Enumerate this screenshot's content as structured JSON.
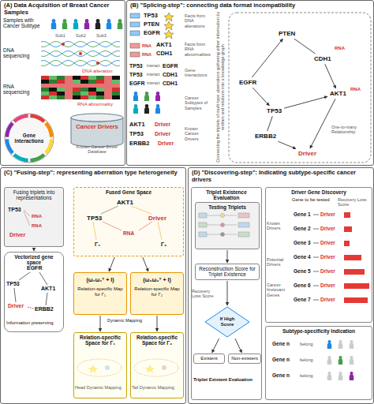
{
  "diagram": {
    "nodes": [
      {
        "text": [
          "(A) Data Acquisition of Breast Cancer Samples"
        ]
      },
      {
        "text": [
          "Gene Interactions"
        ],
        "in": 0
      },
      {
        "text": [
          "Cancer Drivers",
          "Known Cancer Driver Database"
        ],
        "in": 0
      },
      {
        "text": [
          "(B) \"Splicing-step\": connecting data format incompatibility"
        ]
      },
      {
        "text": [
          "PTEN"
        ],
        "in": 3
      },
      {
        "text": [
          "CDH1"
        ],
        "in": 3
      },
      {
        "text": [
          "EGFR"
        ],
        "in": 3
      },
      {
        "text": [
          "AKT1"
        ],
        "in": 3
      },
      {
        "text": [
          "TP53"
        ],
        "in": 3
      },
      {
        "text": [
          "ERBB2"
        ],
        "in": 3
      },
      {
        "text": [
          "Driver"
        ],
        "in": 3
      },
      {
        "text": [
          "(C) \"Fusing-step\": representing aberration type heterogeneity"
        ]
      },
      {
        "text": [
          "Fusing triplets into representations"
        ],
        "in": 11
      },
      {
        "text": [
          "Vectorized gene space"
        ],
        "in": 11
      },
      {
        "text": [
          "Fused Gene Space"
        ],
        "in": 11
      },
      {
        "text": [
          "(ω₁ω₁ᵀ + I)",
          "Relation-specific Map for Γ₁"
        ],
        "in": 11
      },
      {
        "text": [
          "(ω₂ω₂ᵀ + I)",
          "Relation-specific Map for Γ₂"
        ],
        "in": 11
      },
      {
        "text": [
          "Relation-specific Space for Γ₁"
        ],
        "in": 11
      },
      {
        "text": [
          "Relation-specific Space for Γ₂"
        ],
        "in": 11
      },
      {
        "text": [
          "(D) \"Discovering-step\": Indicating subtype-specific cancer drivers"
        ]
      },
      {
        "text": [
          "Triplet Existence Evaluation"
        ],
        "in": 19
      },
      {
        "text": [
          "Testing Triplets"
        ],
        "in": 20
      },
      {
        "text": [
          "Reconstruction Score for Triplet Existence"
        ],
        "in": 20
      },
      {
        "text": [
          "If High Score"
        ],
        "in": 20
      },
      {
        "text": [
          "Existent"
        ],
        "in": 20
      },
      {
        "text": [
          "Non-existent"
        ],
        "in": 20
      },
      {
        "text": [
          "Driver Gene Discovery"
        ],
        "in": 19
      },
      {
        "text": [
          "Subtype-specificity Indication"
        ],
        "in": 19
      }
    ],
    "edges": [
      {
        "from": 6,
        "to": 4,
        "arrow": "to"
      },
      {
        "from": 4,
        "to": 5,
        "arrow": "none"
      },
      {
        "from": 5,
        "to": 7,
        "arrow": "to"
      },
      {
        "from": 6,
        "to": 8,
        "arrow": "to"
      },
      {
        "from": 8,
        "to": 7,
        "arrow": "to"
      },
      {
        "from": 7,
        "to": 10,
        "arrow": "to"
      },
      {
        "from": 9,
        "to": 10,
        "arrow": "to"
      },
      {
        "from": 8,
        "to": 9,
        "arrow": "none"
      },
      {
        "from": 12,
        "to": 13,
        "arrow": "to"
      },
      {
        "from": 14,
        "to": 15,
        "arrow": "to"
      },
      {
        "from": 14,
        "to": 16,
        "arrow": "to"
      },
      {
        "from": 15,
        "to": 17,
        "arrow": "to"
      },
      {
        "from": 16,
        "to": 18,
        "arrow": "to"
      },
      {
        "from": 21,
        "to": 22,
        "arrow": "to"
      },
      {
        "from": 22,
        "to": 23,
        "arrow": "to"
      },
      {
        "from": 23,
        "to": 24,
        "arrow": "to"
      },
      {
        "from": 23,
        "to": 25,
        "arrow": "to"
      }
    ],
    "labels": [
      "Samples with Cancer Subtype",
      "Sub1",
      "Sub2",
      "Sub3",
      "DNA sequencing",
      "DNA alteration",
      "RNA sequencing",
      "RNA abnormality",
      "TP53",
      "PTEN",
      "EGFR",
      "Facts from DNA alterations",
      "RNA",
      "AKT1",
      "RNA",
      "CDH1",
      "Facts from RNA abnormalities",
      "TP53",
      "interact",
      "EGFR",
      "TP53",
      "interact",
      "CDH1",
      "EGFR",
      "interact",
      "CDH1",
      "Gene Interactions",
      "Cancer Subtypes of Samples",
      "AKT1",
      "Driver",
      "TP53",
      "Driver",
      "ERBB2",
      "Driver",
      "Known Cancer Drivers",
      "Connecting the triplets of multi-type aberrations gathering either information by entities and relations into a knowledge graph",
      "RNA",
      "RNA",
      "One-to-many Relationship",
      "TP53",
      "RNA",
      "RNA",
      "Driver",
      "EGFR",
      "TP53",
      "Driver",
      "AKT1",
      "ERBB2",
      "Information preserving",
      "AKT1",
      "TP53",
      "Driver",
      "RNA",
      "Γ₁",
      "Γ₂",
      "Dynamic Mapping",
      "Head Dynamic Mapping",
      "Tail Dynamic Mapping",
      "Recovery Loss Score",
      "Triplet Existent Evaluation",
      "Gene to be tested",
      "Recovery Loss Score",
      "Gene 1",
      "Driver",
      "Gene 2",
      "Driver",
      "Gene 3",
      "Driver",
      "Gene 4",
      "Driver",
      "Gene 5",
      "Driver",
      "Gene 6",
      "Driver",
      "Gene 7",
      "Driver",
      "Known Drivers",
      "Potential Drivers",
      "Cancer Irrelevant Genes",
      "Gene n",
      "belong",
      "Gene n",
      "belong",
      "Gene n",
      "belong"
    ]
  }
}
